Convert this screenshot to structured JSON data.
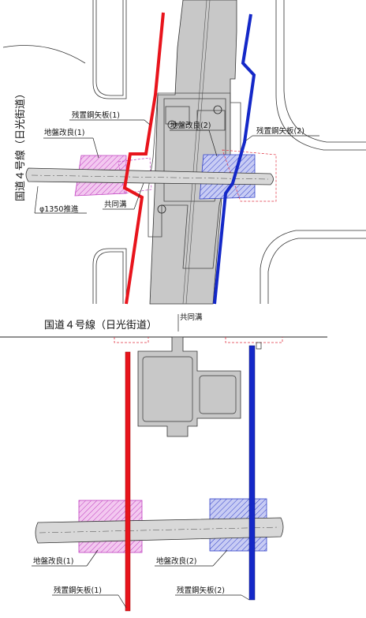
{
  "plan": {
    "road_label": "国道４号線（日光街道）",
    "sheet_pile_1": "残置鋼矢板(1)",
    "sheet_pile_2": "残置鋼矢板(2)",
    "ground_improvement_1": "地盤改良(1)",
    "ground_improvement_2": "地盤改良(2)",
    "utility_tunnel": "共同溝",
    "pipe_jacking": "φ1350推進"
  },
  "section": {
    "road_label": "国道４号線（日光街道）",
    "utility_tunnel": "共同溝",
    "ground_improvement_1": "地盤改良(1)",
    "ground_improvement_2": "地盤改良(2)",
    "sheet_pile_1": "残置鋼矢板(1)",
    "sheet_pile_2": "残置鋼矢板(2)"
  },
  "colors": {
    "sheet_pile_1": "#e8141c",
    "sheet_pile_2": "#1428c8",
    "ground_improvement_1": "#cc44cc",
    "ground_improvement_2": "#3344cc",
    "utility_tunnel_fill": "#c8c8c8",
    "road_fill": "#cccccc"
  }
}
